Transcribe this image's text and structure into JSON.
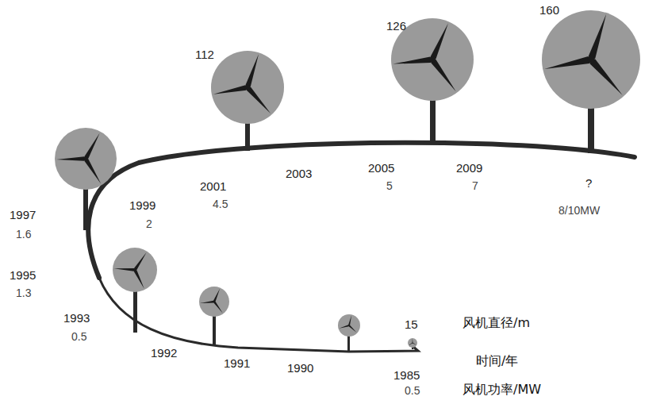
{
  "diagram": {
    "labels": [
      "160",
      "126",
      "112",
      "2001",
      "4.5",
      "2003",
      "2005",
      "5",
      "2009",
      "7",
      "?",
      "8/10MW",
      "1997",
      "1.6",
      "1999",
      "2",
      "1995",
      "1.3",
      "1993",
      "0.5",
      "1992",
      "1991",
      "1990",
      "15",
      "1985",
      "0.5",
      "风机直径/m",
      "时间/年",
      "风机功率/MW"
    ]
  }
}
